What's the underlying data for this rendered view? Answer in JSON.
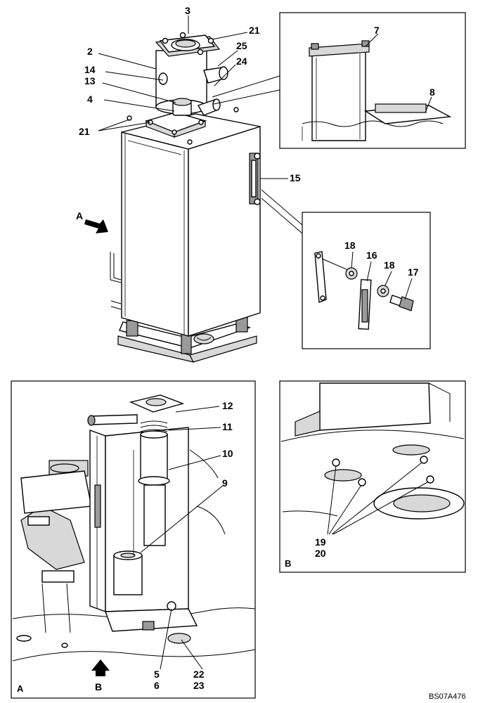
{
  "drawing_id": "BS07A476",
  "view_labels": {
    "a_arrow": "A",
    "b_arrow": "B",
    "panel_a": "A",
    "panel_b": "B"
  },
  "callouts": {
    "c3": "3",
    "c21_top": "21",
    "c2": "2",
    "c25": "25",
    "c24": "24",
    "c14": "14",
    "c13": "13",
    "c4": "4",
    "c21_left": "21",
    "c7": "7",
    "c8": "8",
    "c15": "15",
    "c18a": "18",
    "c16": "16",
    "c18b": "18",
    "c17": "17",
    "c12": "12",
    "c11": "11",
    "c10": "10",
    "c9": "9",
    "c5": "5",
    "c6": "6",
    "c22": "22",
    "c23": "23",
    "c19": "19",
    "c20": "20"
  }
}
